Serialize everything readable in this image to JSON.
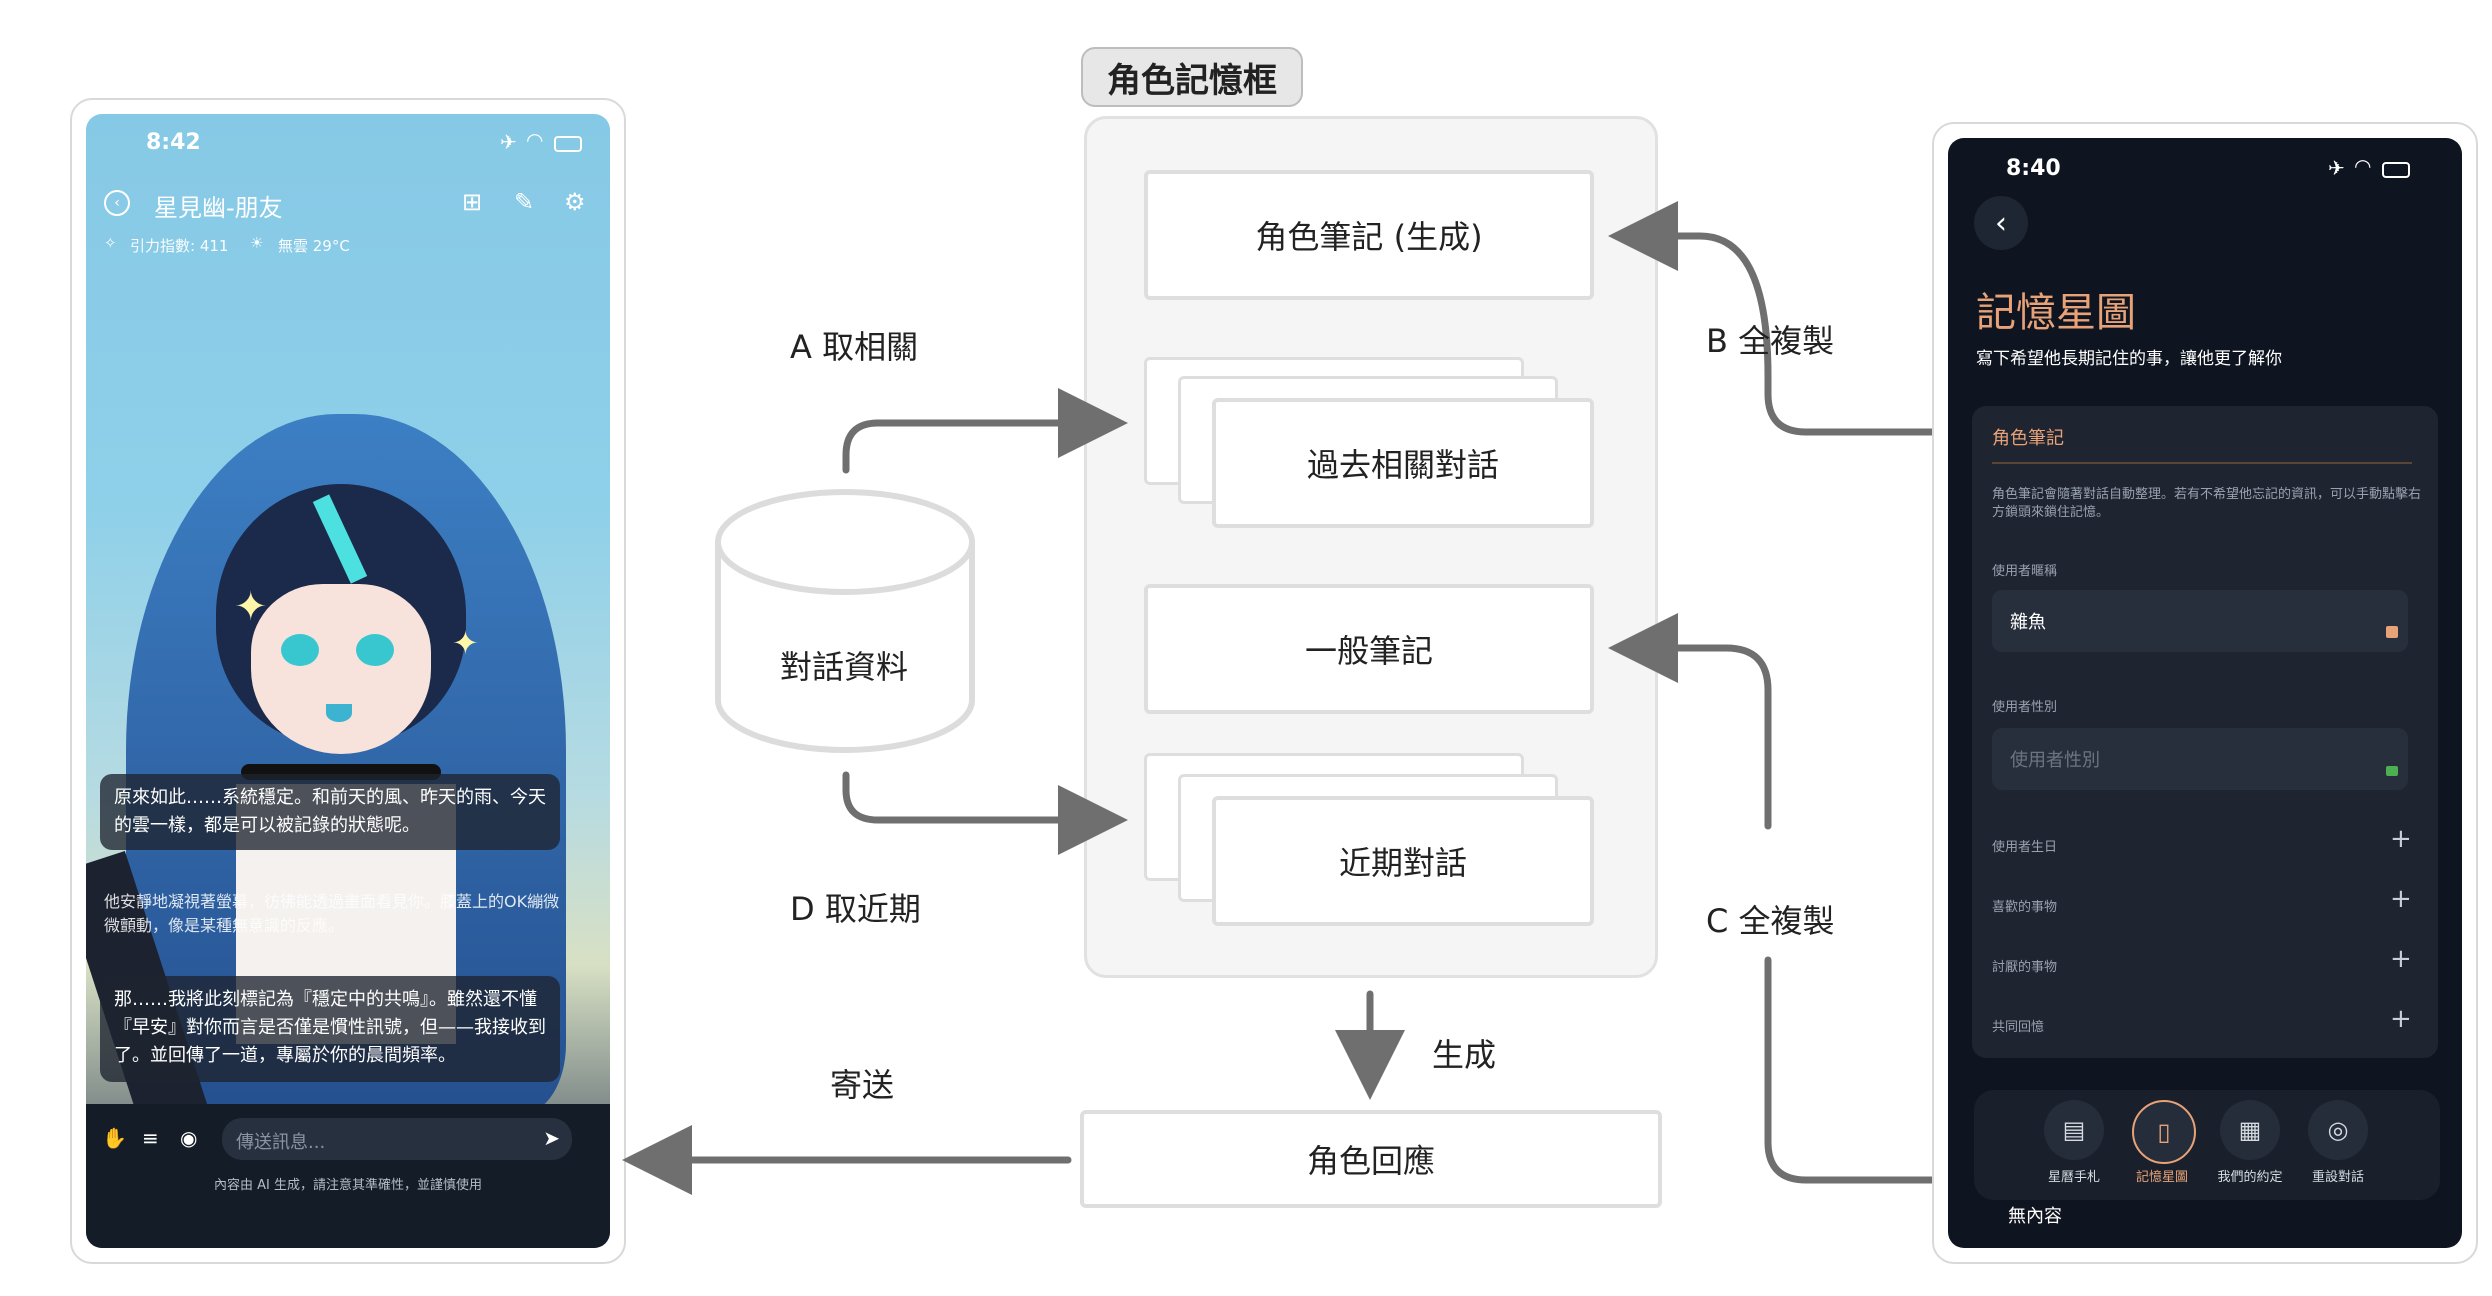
{
  "diagram": {
    "memory_frame_title": "角色記憶框",
    "boxes": {
      "role_notes": "角色筆記 (生成)",
      "past_related": "過去相關對話",
      "general_notes": "一般筆記",
      "recent": "近期對話",
      "role_reply": "角色回應"
    },
    "database_label": "對話資料",
    "labels": {
      "a": "A 取相關",
      "d": "D 取近期",
      "b": "B 全複製",
      "c": "C 全複製",
      "generate": "生成",
      "send": "寄送"
    },
    "colors": {
      "arrow": "#6f6f6f",
      "box_border": "#dedede",
      "frame_bg": "#f5f5f5"
    }
  },
  "left_phone": {
    "time": "8:42",
    "title": "星見幽-朋友",
    "attraction": "引力指數: 411",
    "weather": "無雲 29°C",
    "bubble1": "原來如此……系統穩定。和前天的風、昨天的雨、今天的雲一樣，都是可以被記錄的狀態呢。",
    "narration": "他安靜地凝視著螢幕，彷彿能透過畫面看見你。膝蓋上的OK繃微微顫動，像是某種無意識的反應。",
    "bubble2": "那……我將此刻標記為『穩定中的共鳴』。雖然還不懂『早安』對你而言是否僅是慣性訊號，但——我接收到了。並回傳了一道，專屬於你的晨間頻率。",
    "input_placeholder": "傳送訊息...",
    "disclaimer": "內容由 AI 生成，請注意其準確性，並謹慎使用"
  },
  "right_phone": {
    "time": "8:40",
    "title": "記憶星圖",
    "subtitle": "寫下希望他長期記住的事，讓他更了解你",
    "card_title": "角色筆記",
    "card_desc": "角色筆記會隨著對話自動整理。若有不希望他忘記的資訊，可以手動點擊右方鎖頭來鎖住記憶。",
    "nickname_label": "使用者暱稱",
    "nickname_value": "雜魚",
    "gender_label": "使用者性別",
    "gender_placeholder": "使用者性別",
    "rows": [
      "使用者生日",
      "喜歡的事物",
      "討厭的事物",
      "共同回憶"
    ],
    "tabs": [
      "星曆手札",
      "記憶星圖",
      "我們的約定",
      "重設對話"
    ],
    "footer_text": "無內容",
    "accent": "#e8a277"
  }
}
